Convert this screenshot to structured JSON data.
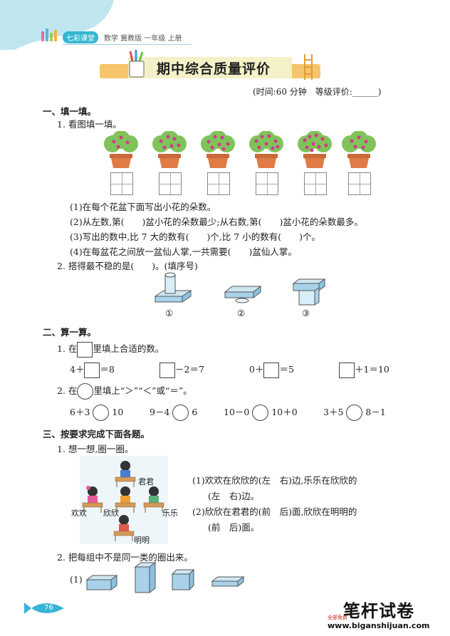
{
  "header": {
    "brand": "七彩课堂",
    "series": "数学 冀教版 一年级 上册"
  },
  "title": "期中综合质量评价",
  "exam_info": "(时间:60 分钟　等级评价:______)",
  "section1": {
    "heading": "一、填一填。",
    "q1": {
      "stem": "1. 看图填一填。",
      "lines": [
        "(1)在每个花盆下面写出小花的朵数。",
        "(2)从左数,第(　　)盆小花的朵数最少;从右数,第(　　)盆小花的朵数最多。",
        "(3)写出的数中,比 7 大的数有(　　)个,比 7 小的数有(　　)个。",
        "(4)在每盆花之间放一盆仙人掌,一共需要(　　)盆仙人掌。"
      ]
    },
    "q2": {
      "stem": "2. 搭得最不稳的是(　　)。(填序号)",
      "labels": [
        "①",
        "②",
        "③"
      ]
    }
  },
  "section2": {
    "heading": "二、算一算。",
    "q1": {
      "stem_before": "1. 在",
      "stem_after": "里填上合适的数。",
      "items": [
        {
          "before": "4＋",
          "after": "＝8"
        },
        {
          "before": "",
          "after": "－2＝7"
        },
        {
          "before": "0＋",
          "after": "＝5"
        },
        {
          "before": "",
          "after": "＋1＝10"
        }
      ]
    },
    "q2": {
      "stem_before": "2. 在",
      "stem_after": "里填上“＞”“＜”或“＝”。",
      "items": [
        {
          "left": "6＋3",
          "right": "10"
        },
        {
          "left": "9－4",
          "right": "6"
        },
        {
          "left": "10－0",
          "right": "10＋0"
        },
        {
          "left": "3＋5",
          "right": "8－1"
        }
      ]
    }
  },
  "section3": {
    "heading": "三、按要求完成下面各题。",
    "q1": {
      "stem": "1. 想一想,圈一圈。",
      "names": {
        "junjun": "君君",
        "huanhuan": "欢欢",
        "xinxin": "欣欣",
        "lele": "乐乐",
        "mingming": "明明"
      },
      "lines": [
        "(1)欢欢在欣欣的(左　右)边,乐乐在欣欣的",
        "(左　右)边。",
        "(2)欣欣在君君的(前　后)面,欣欣在明明的",
        "(前　后)面。"
      ]
    },
    "q2": {
      "stem": "2. 把每组中不是同一类的圈出来。",
      "label": "(1)"
    }
  },
  "footer": {
    "page_number": "76",
    "watermark_title": "笔杆试卷",
    "watermark_url": "www.biganshijuan.com",
    "watermark_tag": "全部免费"
  }
}
